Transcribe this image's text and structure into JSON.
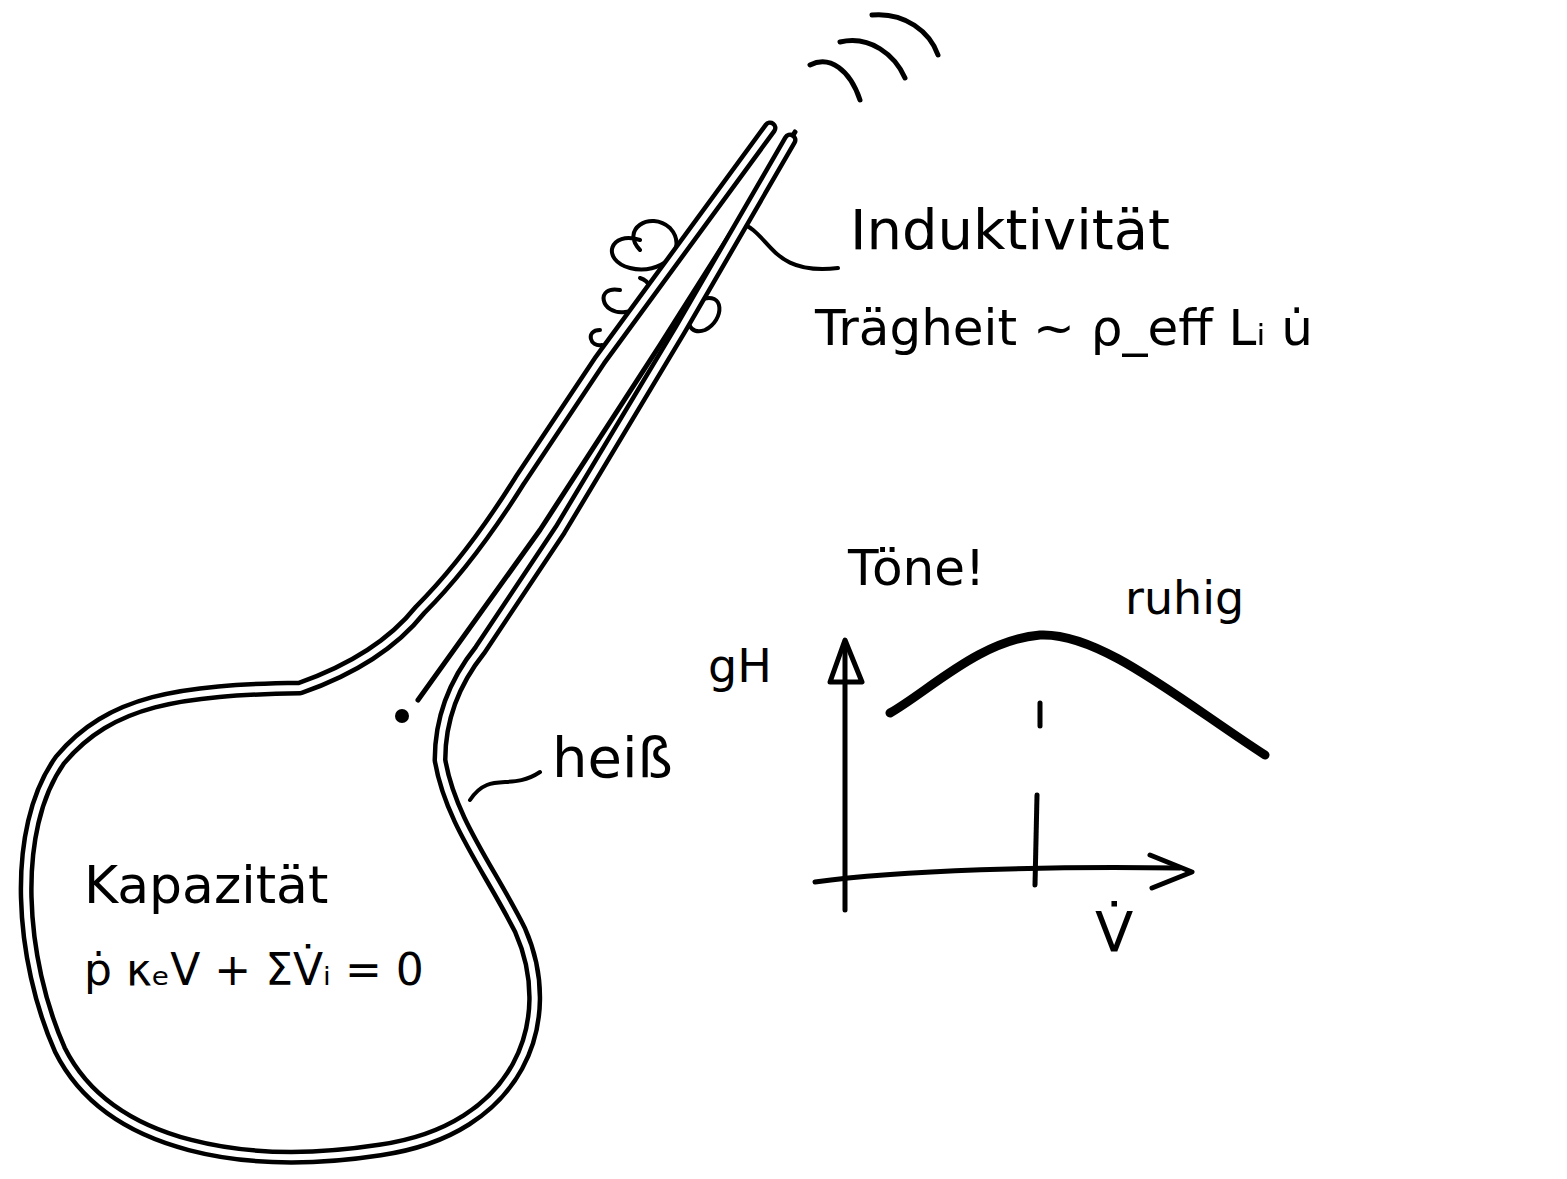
{
  "diagram": {
    "nodes": [
      {
        "text": [
          "Kapazität",
          "ṗ κₑV + ΣV̇ᵢ = 0"
        ]
      }
    ],
    "labels": [
      "Induktivität",
      "Trägheit ~ ρ_eff Lᵢ u̇",
      "heiß",
      "Töne!",
      "ruhig",
      "gH",
      "V̇"
    ]
  }
}
